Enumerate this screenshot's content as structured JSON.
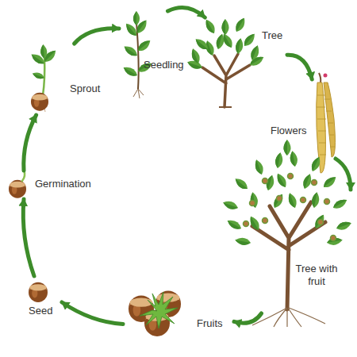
{
  "diagram": {
    "nodes": [
      {
        "text": [
          "Sprout"
        ]
      },
      {
        "text": [
          "Seedling"
        ]
      },
      {
        "text": [
          "Tree"
        ]
      },
      {
        "text": [
          "Flowers"
        ]
      },
      {
        "text": [
          "Tree with fruit"
        ]
      },
      {
        "text": [
          "Fruits"
        ]
      },
      {
        "text": [
          "Seed"
        ]
      },
      {
        "text": [
          "Germination"
        ]
      }
    ],
    "edges": [
      {
        "from": 0,
        "to": 1,
        "arrow": "to"
      },
      {
        "from": 1,
        "to": 2,
        "arrow": "to"
      },
      {
        "from": 2,
        "to": 3,
        "arrow": "to"
      },
      {
        "from": 3,
        "to": 4,
        "arrow": "to"
      },
      {
        "from": 4,
        "to": 5,
        "arrow": "to"
      },
      {
        "from": 5,
        "to": 6,
        "arrow": "to"
      },
      {
        "from": 6,
        "to": 7,
        "arrow": "to"
      },
      {
        "from": 7,
        "to": 0,
        "arrow": "to"
      }
    ]
  }
}
